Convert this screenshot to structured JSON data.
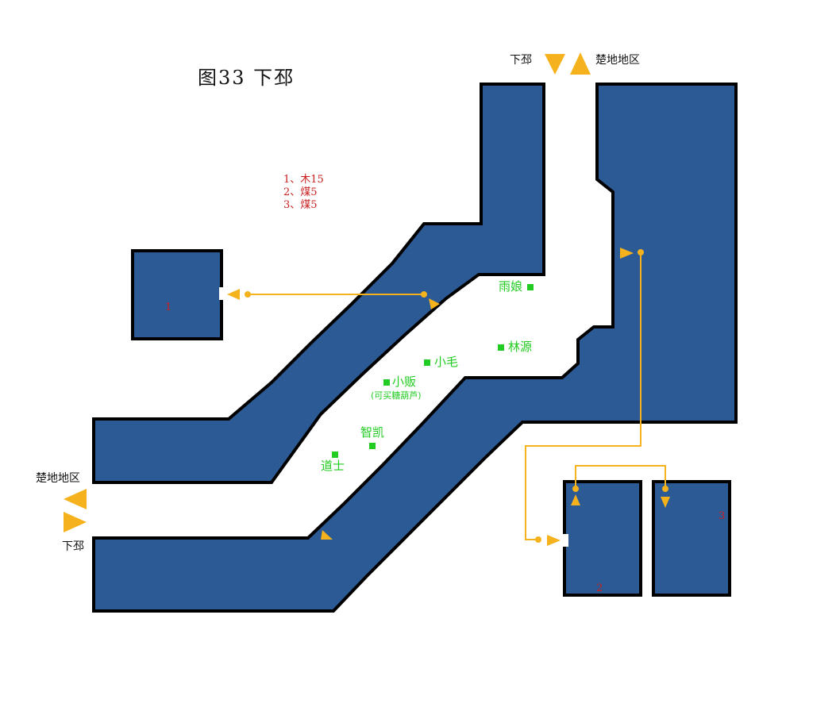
{
  "title": "图33  下邳",
  "colors": {
    "building": "#2c5a94",
    "wall": "#000000",
    "route": "#f5b21c",
    "npc": "#22cc22",
    "legend": "#c81e1e"
  },
  "legend": [
    {
      "text": "1、木15"
    },
    {
      "text": "2、煤5"
    },
    {
      "text": "3、煤5"
    }
  ],
  "exits": {
    "top_left": "下邳",
    "top_right": "楚地地区",
    "left_top": "楚地地区",
    "left_bottom": "下邳"
  },
  "npcs": [
    {
      "name": "雨娘"
    },
    {
      "name": "林源"
    },
    {
      "name": "小毛"
    },
    {
      "name": "小贩",
      "note": "(可买糖葫芦)"
    },
    {
      "name": "智凯"
    },
    {
      "name": "道士"
    }
  ],
  "rooms": [
    {
      "number": "1"
    },
    {
      "number": "2"
    },
    {
      "number": "3"
    }
  ]
}
